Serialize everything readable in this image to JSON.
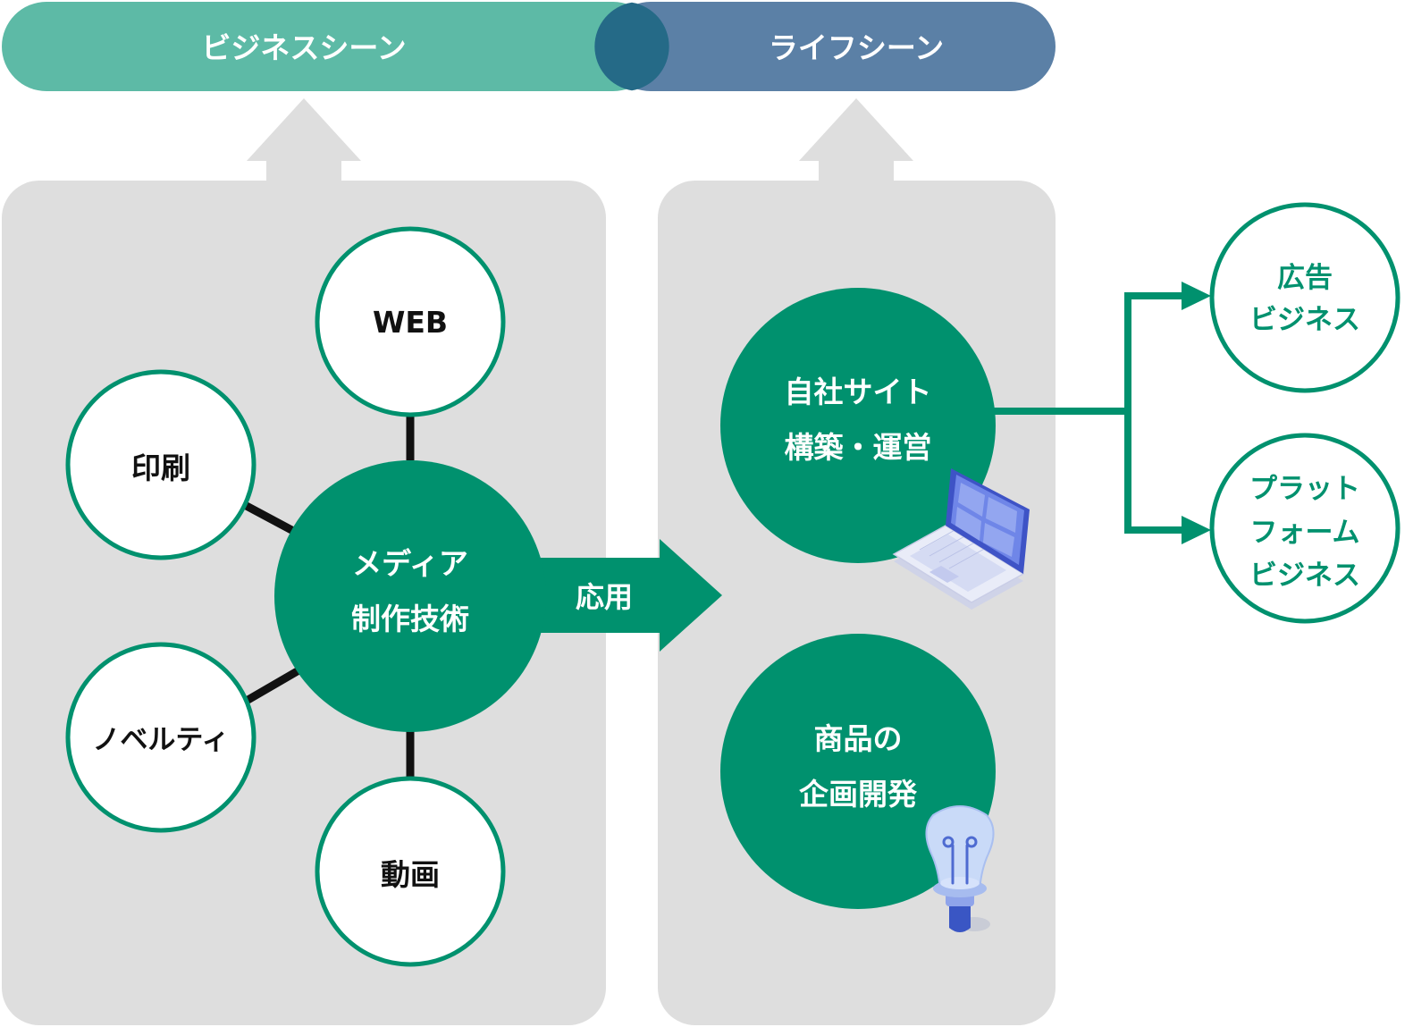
{
  "top_bars": {
    "business": {
      "label": "ビジネスシーン",
      "color": "#5dbaa6"
    },
    "life": {
      "label": "ライフシーン",
      "color": "#5b80a6"
    },
    "overlap_color": "#256a87"
  },
  "colors": {
    "panel": "#dedede",
    "primary_green": "#00916e",
    "white": "#ffffff",
    "spoke": "#111111"
  },
  "left_panel": {
    "center": {
      "lines": [
        "メディア",
        "制作技術"
      ]
    },
    "nodes": [
      {
        "id": "web",
        "label": "WEB"
      },
      {
        "id": "print",
        "label": "印刷"
      },
      {
        "id": "novelty",
        "label": "ノベルティ"
      },
      {
        "id": "video",
        "label": "動画"
      }
    ]
  },
  "apply_arrow": {
    "label": "応用"
  },
  "right_panel": {
    "site": {
      "lines": [
        "自社サイト",
        "構築・運営"
      ],
      "icon": "laptop-icon"
    },
    "product": {
      "lines": [
        "商品の",
        "企画開発"
      ],
      "icon": "lightbulb-icon"
    }
  },
  "outcomes": [
    {
      "id": "ad",
      "lines": [
        "広告",
        "ビジネス"
      ]
    },
    {
      "id": "platform",
      "lines": [
        "プラット",
        "フォーム",
        "ビジネス"
      ]
    }
  ]
}
